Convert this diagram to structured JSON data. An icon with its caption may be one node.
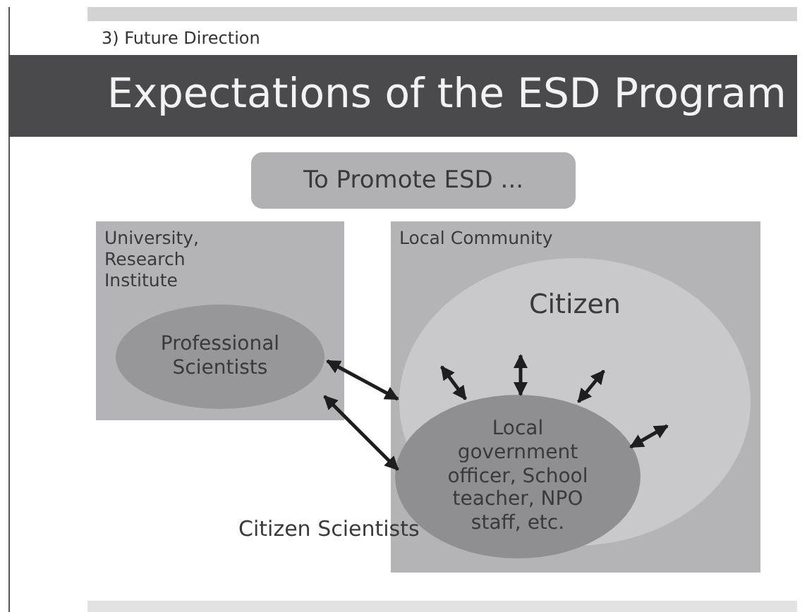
{
  "diagram": {
    "title": "Expectations of the ESD Program",
    "nodes": [
      {
        "text": [
          "To Promote ESD ..."
        ]
      },
      {
        "text": [
          "University, Research Institute"
        ]
      },
      {
        "text": [
          "Professional Scientists"
        ],
        "in": 1
      },
      {
        "text": [
          "Local Community"
        ]
      },
      {
        "text": [
          "Citizen"
        ],
        "in": 3
      },
      {
        "text": [
          "Local government officer, School teacher, NPO staff, etc."
        ],
        "in": 3
      }
    ],
    "edges": [
      {
        "from": 2,
        "to": 4,
        "arrow": "both"
      },
      {
        "from": 2,
        "to": 5,
        "arrow": "both"
      },
      {
        "from": 5,
        "to": 4,
        "arrow": "both"
      },
      {
        "from": 5,
        "to": 4,
        "arrow": "both"
      },
      {
        "from": 5,
        "to": 4,
        "arrow": "both"
      },
      {
        "from": 5,
        "to": 4,
        "arrow": "both"
      }
    ],
    "labels": [
      "3) Future Direction",
      "Citizen Scientists"
    ]
  }
}
